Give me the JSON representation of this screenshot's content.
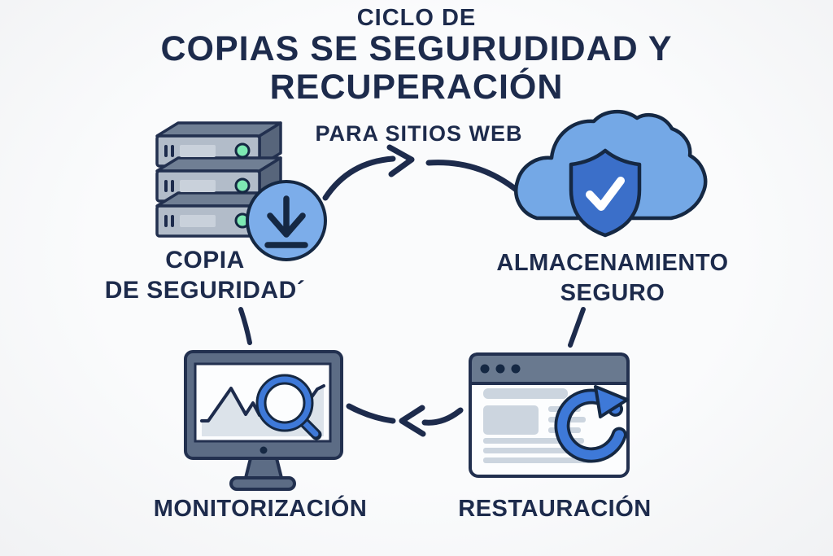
{
  "title": {
    "line1": "CICLO DE",
    "line2": "COPIAS SE SEGURUDIDAD Y",
    "line3": "RECUPERACIÓN",
    "subtitle": "PARA SITIOS WEB"
  },
  "nodes": {
    "backup": {
      "line1": "COPIA",
      "line2": "DE SEGURIDAD´"
    },
    "storage": {
      "line1": "ALMACENAMIENTO",
      "line2": "SEGURO"
    },
    "monitoring": {
      "label": "MONITORIZACIÓN"
    },
    "restore": {
      "label": "RESTAURACIÓN"
    }
  },
  "icons": [
    "server-stack-icon",
    "download-circle-icon",
    "cloud-icon",
    "shield-check-icon",
    "monitor-chart-icon",
    "magnifier-icon",
    "browser-window-icon",
    "refresh-icon"
  ],
  "colors": {
    "background": "#f6f7f8",
    "ink": "#1d2b4c",
    "outline": "#22304f",
    "navy_dark": "#152843",
    "accent_blue": "#3b6fc9",
    "refresh_blue": "#3e79d8",
    "light_blue": "#74a8e6",
    "circle_blue": "#7cadea",
    "slate": "#5c6c85",
    "header_slate": "#69798f",
    "server_front": "#b2bcc9",
    "server_top": "#707f94",
    "server_side": "#57657b",
    "vent_gray": "#c9d1db",
    "led_green": "#7de9b3",
    "screen_white": "#fcfdfe",
    "chart_fill": "#dce3ea",
    "block_gray": "#ccd5df"
  }
}
